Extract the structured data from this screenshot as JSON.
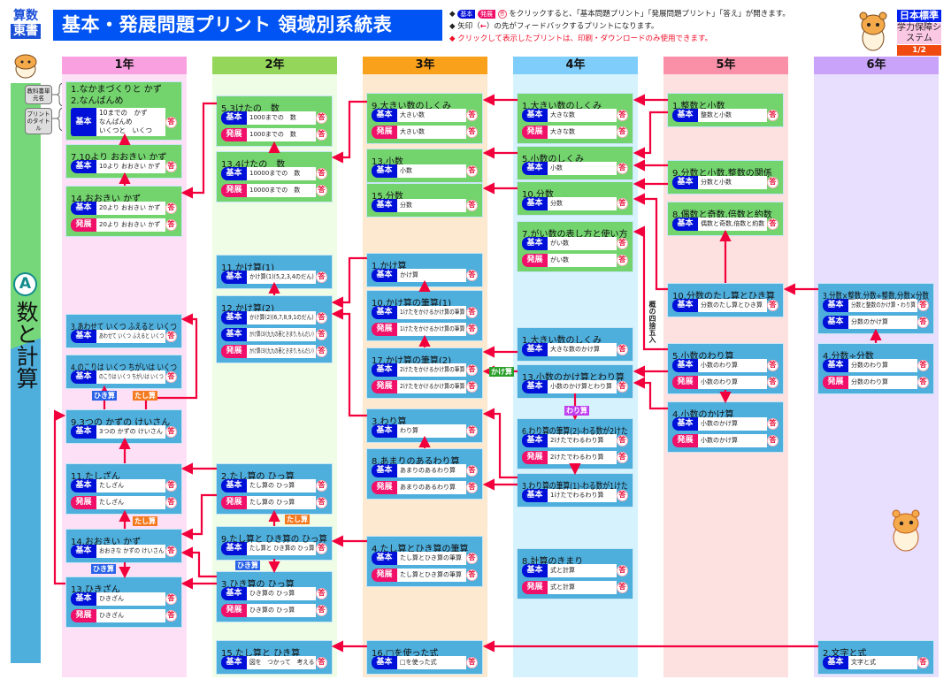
{
  "brand": {
    "subject": "算数",
    "publisher": "東書"
  },
  "title": "基本・発展問題プリント 領域別系統表",
  "badge_labels": {
    "basic": "基本",
    "advanced": "発展",
    "answer": "答"
  },
  "notes": {
    "line1": "をクリックすると、「基本問題プリント」「発展問題プリント」「答え」が開きます。",
    "line2_prefix": "矢印（",
    "line2_suffix": "）の先がフィードバックするプリントになります。",
    "line3": "クリックして表示したプリントは、印刷・ダウンロードのみ使用できます。"
  },
  "logo": {
    "publisher": "日本標準",
    "system": "学力保障システム",
    "page": "1/2"
  },
  "legend": {
    "unit_name": "教科書単元名",
    "print_title": "プリントのタイトル"
  },
  "domain": {
    "letter": "A",
    "name": "数と計算"
  },
  "tags": {
    "hiki": "ひき算",
    "tashi": "たし算",
    "kake": "かけ算",
    "wari": "わり算",
    "rounding": "概の四捨五入"
  },
  "colors": {
    "basic": "#0010d8",
    "advanced": "#f0106a",
    "arrow": "#f2003c",
    "green_card": "#73d46e",
    "blue_card": "#4eaedc"
  },
  "columns": [
    {
      "grade": "1年",
      "head": "#f9a0e0",
      "bg": "#fde0f5",
      "cards": [
        {
          "title": "1.なかまづくりと かず\n2.なんばんめ",
          "theme": "green",
          "rows": [
            {
              "t": "b",
              "label": "10までの　かず\nなんばんめ\nいくつと　いくつ"
            }
          ]
        },
        {
          "title": "7.10より おおきい かず",
          "theme": "green",
          "rows": [
            {
              "t": "b",
              "label": "10より おおきい かず"
            }
          ]
        },
        {
          "title": "14.おおきい かず",
          "theme": "green",
          "rows": [
            {
              "t": "b",
              "label": "20より おおきい かず"
            },
            {
              "t": "a",
              "label": "20より おおきい かず"
            }
          ]
        },
        {
          "title": "3.あわせて いくつ ふえると いくつ",
          "theme": "blue",
          "rows": [
            {
              "t": "b",
              "label": "あわせて いくつ ふえると いくつ"
            }
          ]
        },
        {
          "title": "4.のこりは いくつ ちがいは いくつ",
          "theme": "blue",
          "rows": [
            {
              "t": "b",
              "label": "のこりは いくつ ちがいは いくつ"
            }
          ]
        },
        {
          "title": "9.3つの かずの けいさん",
          "theme": "blue",
          "rows": [
            {
              "t": "b",
              "label": "3つの かずの けいさん"
            }
          ]
        },
        {
          "title": "11.たしざん",
          "theme": "blue",
          "rows": [
            {
              "t": "b",
              "label": "たしざん"
            },
            {
              "t": "a",
              "label": "たしざん"
            }
          ]
        },
        {
          "title": "14.おおきい かず",
          "theme": "blue",
          "rows": [
            {
              "t": "b",
              "label": "おおきな かずの けいさん"
            }
          ]
        },
        {
          "title": "13.ひきざん",
          "theme": "blue",
          "rows": [
            {
              "t": "b",
              "label": "ひきざん"
            },
            {
              "t": "a",
              "label": "ひきざん"
            }
          ]
        }
      ]
    },
    {
      "grade": "2年",
      "head": "#94d65a",
      "bg": "#effde6",
      "cards": [
        {
          "title": "5.3けたの　数",
          "theme": "green",
          "rows": [
            {
              "t": "b",
              "label": "1000までの　数"
            },
            {
              "t": "a",
              "label": "1000までの　数"
            }
          ]
        },
        {
          "title": "13.4けたの　数",
          "theme": "green",
          "rows": [
            {
              "t": "b",
              "label": "10000までの　数"
            },
            {
              "t": "a",
              "label": "10000までの　数"
            }
          ]
        },
        {
          "title": "11.かけ算(1)",
          "theme": "blue",
          "rows": [
            {
              "t": "b",
              "label": "かけ算(1)(5,2,3,4のだん)"
            }
          ]
        },
        {
          "title": "12.かけ算(2)",
          "theme": "blue",
          "rows": [
            {
              "t": "b",
              "label": "かけ算(2)(6,7,8,9,1のだん)"
            },
            {
              "t": "b",
              "label": "かけ算(3)(九九の表ときまり,もんだい)"
            },
            {
              "t": "a",
              "label": "かけ算(3)(九九の表ときまり,もんだい)"
            }
          ]
        },
        {
          "title": "2.たし算の ひっ算",
          "theme": "blue",
          "rows": [
            {
              "t": "b",
              "label": "たし算の ひっ算"
            },
            {
              "t": "a",
              "label": "たし算の ひっ算"
            }
          ]
        },
        {
          "title": "9.たし算と ひき算の ひっ算",
          "theme": "blue",
          "rows": [
            {
              "t": "b",
              "label": "たし算と ひき算の ひっ算"
            }
          ]
        },
        {
          "title": "3.ひき算の ひっ算",
          "theme": "blue",
          "rows": [
            {
              "t": "b",
              "label": "ひき算の ひっ算"
            },
            {
              "t": "a",
              "label": "ひき算の ひっ算"
            }
          ]
        },
        {
          "title": "15.たし算と ひき算",
          "theme": "blue",
          "rows": [
            {
              "t": "b",
              "label": "図を　つかって　考える"
            }
          ]
        }
      ]
    },
    {
      "grade": "3年",
      "head": "#f9a11b",
      "bg": "#fde9cf",
      "cards": [
        {
          "title": "9.大きい数のしくみ",
          "theme": "green",
          "rows": [
            {
              "t": "b",
              "label": "大きい数"
            },
            {
              "t": "a",
              "label": "大きい数"
            }
          ]
        },
        {
          "title": "13.小数",
          "theme": "green",
          "rows": [
            {
              "t": "b",
              "label": "小数"
            }
          ]
        },
        {
          "title": "15.分数",
          "theme": "green",
          "rows": [
            {
              "t": "b",
              "label": "分数"
            }
          ]
        },
        {
          "title": "1.かけ算",
          "theme": "blue",
          "rows": [
            {
              "t": "b",
              "label": "かけ算"
            }
          ]
        },
        {
          "title": "10.かけ算の筆算(1)",
          "theme": "blue",
          "rows": [
            {
              "t": "b",
              "label": "1けたをかけるかけ算の筆算"
            },
            {
              "t": "a",
              "label": "1けたをかけるかけ算の筆算"
            }
          ]
        },
        {
          "title": "17.かけ算の筆算(2)",
          "theme": "blue",
          "rows": [
            {
              "t": "b",
              "label": "2けたをかけるかけ算の筆算"
            },
            {
              "t": "a",
              "label": "2けたをかけるかけ算の筆算"
            }
          ]
        },
        {
          "title": "3.わり算",
          "theme": "blue",
          "rows": [
            {
              "t": "b",
              "label": "わり算"
            }
          ]
        },
        {
          "title": "8.あまりのあるわり算",
          "theme": "blue",
          "rows": [
            {
              "t": "b",
              "label": "あまりのあるわり算"
            },
            {
              "t": "a",
              "label": "あまりのあるわり算"
            }
          ]
        },
        {
          "title": "4.たし算とひき算の筆算",
          "theme": "blue",
          "rows": [
            {
              "t": "b",
              "label": "たし算とひき算の筆算"
            },
            {
              "t": "a",
              "label": "たし算とひき算の筆算"
            }
          ]
        },
        {
          "title": "16.□を使った式",
          "theme": "blue",
          "rows": [
            {
              "t": "b",
              "label": "□を使った式"
            }
          ]
        }
      ]
    },
    {
      "grade": "4年",
      "head": "#7fcdfb",
      "bg": "#d6f3fd",
      "cards": [
        {
          "title": "1.大きい数のしくみ",
          "theme": "green",
          "rows": [
            {
              "t": "b",
              "label": "大きな数"
            },
            {
              "t": "a",
              "label": "大きな数"
            }
          ]
        },
        {
          "title": "5.小数のしくみ",
          "theme": "green",
          "rows": [
            {
              "t": "b",
              "label": "小数"
            }
          ]
        },
        {
          "title": "10.分数",
          "theme": "green",
          "rows": [
            {
              "t": "b",
              "label": "分数"
            }
          ]
        },
        {
          "title": "7.がい数の表し方と使い方",
          "theme": "green",
          "rows": [
            {
              "t": "b",
              "label": "がい数"
            },
            {
              "t": "a",
              "label": "がい数"
            }
          ]
        },
        {
          "title": "1.大きい数のしくみ",
          "theme": "blue",
          "rows": [
            {
              "t": "b",
              "label": "大きな数のかけ算"
            }
          ]
        },
        {
          "title": "13.小数のかけ算とわり算",
          "theme": "blue",
          "rows": [
            {
              "t": "b",
              "label": "小数のかけ算とわり算"
            }
          ]
        },
        {
          "title": "6.わり算の筆算(2)-わる数が2けた",
          "theme": "blue",
          "rows": [
            {
              "t": "b",
              "label": "2けたでわるわり算"
            },
            {
              "t": "a",
              "label": "2けたでわるわり算"
            }
          ]
        },
        {
          "title": "3.わり算の筆算(1)-わる数が1けた",
          "theme": "blue",
          "rows": [
            {
              "t": "b",
              "label": "1けたでわるわり算"
            }
          ]
        },
        {
          "title": "8.計算のきまり",
          "theme": "blue",
          "rows": [
            {
              "t": "b",
              "label": "式と計算"
            },
            {
              "t": "a",
              "label": "式と計算"
            }
          ]
        }
      ]
    },
    {
      "grade": "5年",
      "head": "#f990a8",
      "bg": "#fde0e0",
      "cards": [
        {
          "title": "1.整数と小数",
          "theme": "green",
          "rows": [
            {
              "t": "b",
              "label": "整数と小数"
            }
          ]
        },
        {
          "title": "9.分数と小数,整数の関係",
          "theme": "green",
          "rows": [
            {
              "t": "b",
              "label": "分数と小数"
            }
          ]
        },
        {
          "title": "8.偶数と奇数,倍数と約数",
          "theme": "green",
          "rows": [
            {
              "t": "b",
              "label": "偶数と奇数,倍数と約数"
            }
          ]
        },
        {
          "title": "10.分数のたし算とひき算",
          "theme": "blue",
          "rows": [
            {
              "t": "b",
              "label": "分数のたし算とひき算"
            }
          ]
        },
        {
          "title": "5.小数のわり算",
          "theme": "blue",
          "rows": [
            {
              "t": "b",
              "label": "小数のわり算"
            },
            {
              "t": "a",
              "label": "小数のわり算"
            }
          ]
        },
        {
          "title": "4.小数のかけ算",
          "theme": "blue",
          "rows": [
            {
              "t": "b",
              "label": "小数のかけ算"
            },
            {
              "t": "a",
              "label": "小数のかけ算"
            }
          ]
        }
      ]
    },
    {
      "grade": "6年",
      "head": "#c9a3f9",
      "bg": "#e8defd",
      "cards": [
        {
          "title": "3.分数×整数,分数÷整数,分数×分数",
          "theme": "blue",
          "rows": [
            {
              "t": "b",
              "label": "分数と整数のかけ算・わり算"
            },
            {
              "t": "b",
              "label": "分数のかけ算"
            }
          ]
        },
        {
          "title": "4.分数÷分数",
          "theme": "blue",
          "rows": [
            {
              "t": "b",
              "label": "分数のわり算"
            },
            {
              "t": "a",
              "label": "分数のわり算"
            }
          ]
        },
        {
          "title": "2.文字と式",
          "theme": "blue",
          "rows": [
            {
              "t": "b",
              "label": "文字と式"
            }
          ]
        }
      ]
    }
  ]
}
